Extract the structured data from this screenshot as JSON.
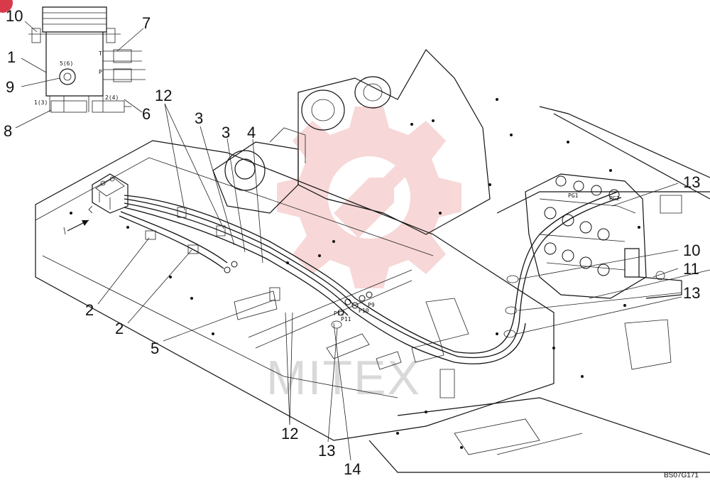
{
  "diagram": {
    "reference_code": "BS07G171",
    "watermark_text": "MITEX",
    "watermark_color": "#f2b8b8",
    "inset_labels": {
      "port_top": "5(6)",
      "port_bottom_left": "1(3)",
      "port_bottom_right": "2(4)",
      "port_t": "T",
      "port_p": "P"
    },
    "valve_labels": {
      "label_a": "P10",
      "label_b": "P9",
      "label_c": "P11",
      "label_d": "P12",
      "label_e": "PG1",
      "label_f": "PG2"
    },
    "callouts": [
      {
        "id": "c10a",
        "text": "10"
      },
      {
        "id": "c7",
        "text": "7"
      },
      {
        "id": "c1",
        "text": "1"
      },
      {
        "id": "c9",
        "text": "9"
      },
      {
        "id": "c6",
        "text": "6"
      },
      {
        "id": "c8",
        "text": "8"
      },
      {
        "id": "c12a",
        "text": "12"
      },
      {
        "id": "c3a",
        "text": "3"
      },
      {
        "id": "c3b",
        "text": "3"
      },
      {
        "id": "c4",
        "text": "4"
      },
      {
        "id": "c13a",
        "text": "13"
      },
      {
        "id": "c10b",
        "text": "10"
      },
      {
        "id": "c11",
        "text": "11"
      },
      {
        "id": "c13b",
        "text": "13"
      },
      {
        "id": "c2a",
        "text": "2"
      },
      {
        "id": "c2b",
        "text": "2"
      },
      {
        "id": "c5",
        "text": "5"
      },
      {
        "id": "c12b",
        "text": "12"
      },
      {
        "id": "c13c",
        "text": "13"
      },
      {
        "id": "c14",
        "text": "14"
      }
    ]
  }
}
